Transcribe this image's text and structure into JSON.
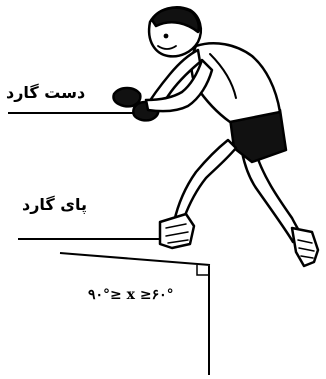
{
  "labels": {
    "hand_guard": "دست گارد",
    "foot_guard": "پای گارد",
    "angle_range": "۹۰°≥ x ≥۶۰°"
  },
  "colors": {
    "ink": "#000000",
    "background": "#ffffff",
    "skin": "#ffffff"
  }
}
